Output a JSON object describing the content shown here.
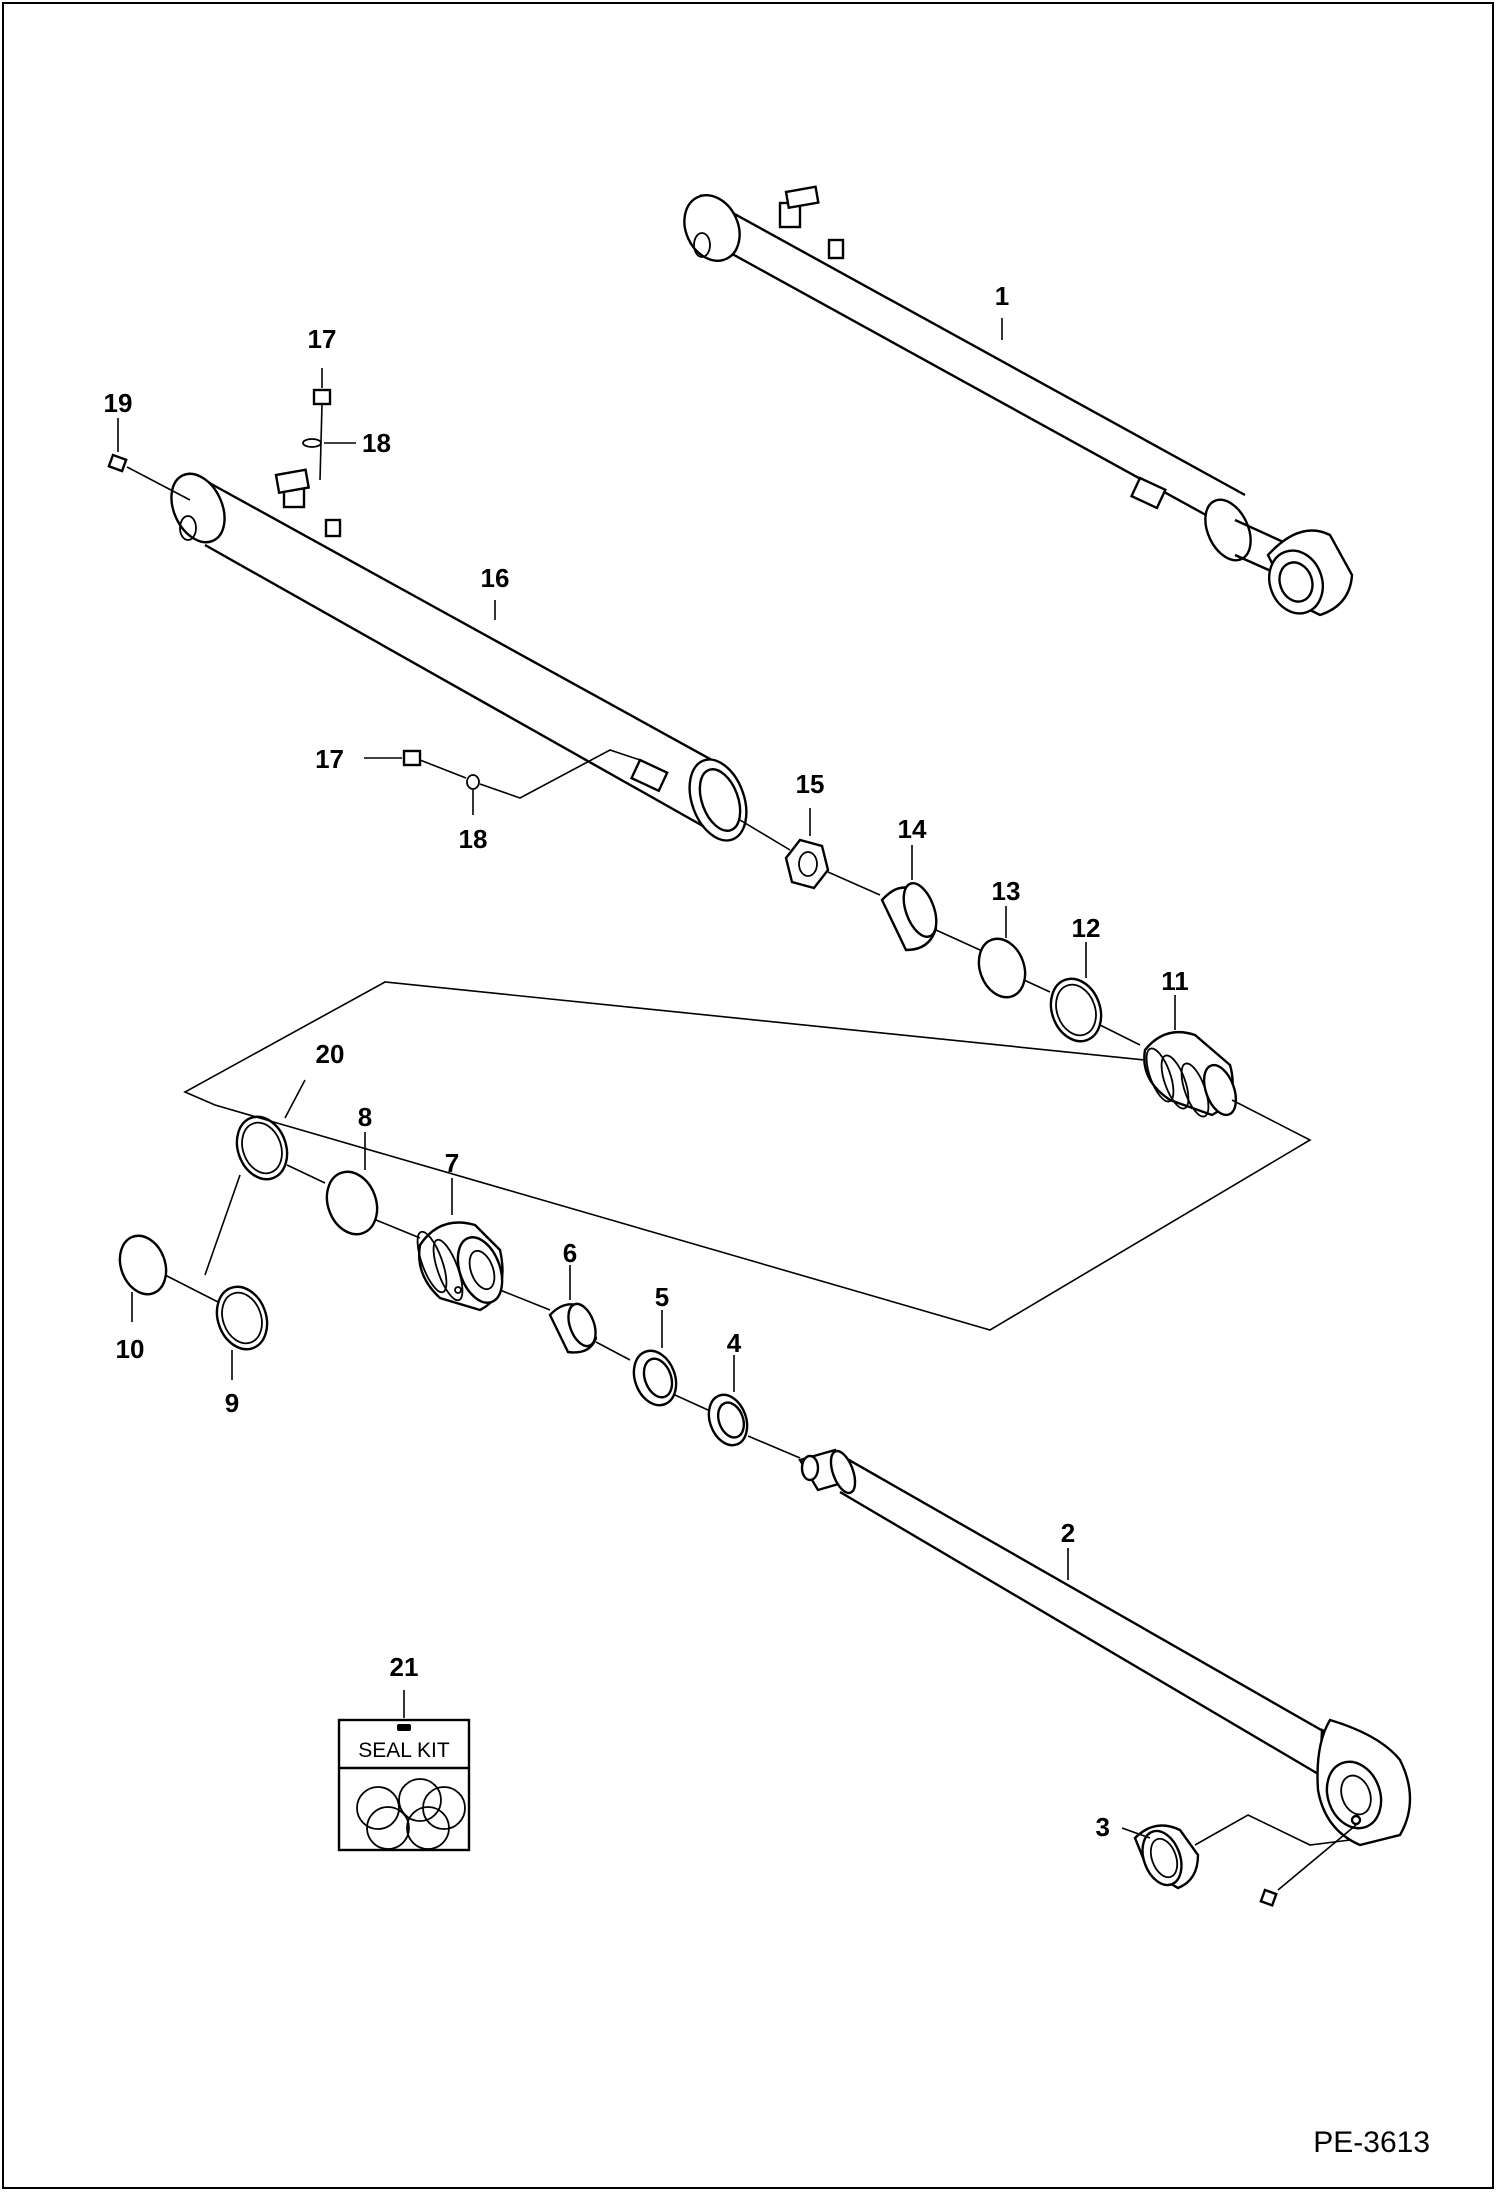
{
  "drawing_ref": "PE-3613",
  "seal_kit_label": "SEAL KIT",
  "callouts": {
    "c1": "1",
    "c2": "2",
    "c3": "3",
    "c4": "4",
    "c5": "5",
    "c6": "6",
    "c7": "7",
    "c8": "8",
    "c9": "9",
    "c10": "10",
    "c11": "11",
    "c12": "12",
    "c13": "13",
    "c14": "14",
    "c15": "15",
    "c16": "16",
    "c17a": "17",
    "c17b": "17",
    "c18a": "18",
    "c18b": "18",
    "c19": "19",
    "c20": "20",
    "c21": "21"
  }
}
